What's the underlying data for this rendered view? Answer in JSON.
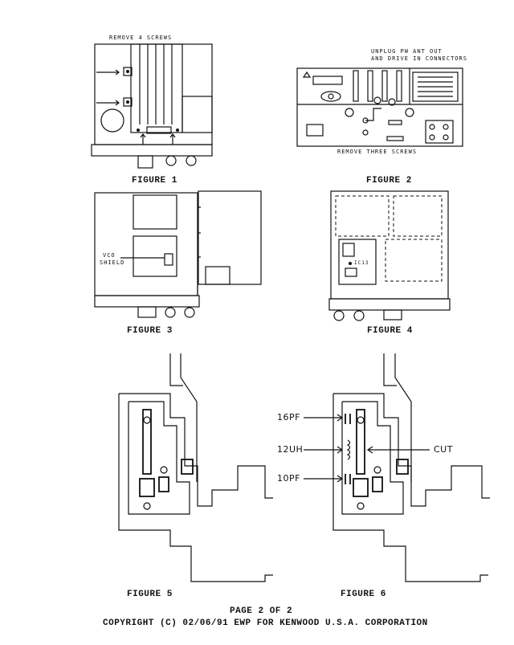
{
  "figure1": {
    "note": "REMOVE 4 SCREWS",
    "caption": "FIGURE 1"
  },
  "figure2": {
    "note_line1": "UNPLUG PW ANT OUT",
    "note_line2": "AND DRIVE IN CONNECTORS",
    "note_bottom": "REMOVE THREE SCREWS",
    "caption": "FIGURE 2"
  },
  "figure3": {
    "label_line1": "VCO",
    "label_line2": "SHIELD",
    "caption": "FIGURE 3"
  },
  "figure4": {
    "label": "IC13",
    "caption": "FIGURE 4"
  },
  "figure5": {
    "caption": "FIGURE 5"
  },
  "figure6": {
    "label_16pf": "16PF",
    "label_12uh": "12UH",
    "label_10pf": "10PF",
    "label_cut": "CUT",
    "caption": "FIGURE 6"
  },
  "footer": {
    "page": "PAGE 2 OF 2",
    "copyright": "COPYRIGHT (C) 02/06/91 EWP FOR KENWOOD U.S.A. CORPORATION"
  }
}
